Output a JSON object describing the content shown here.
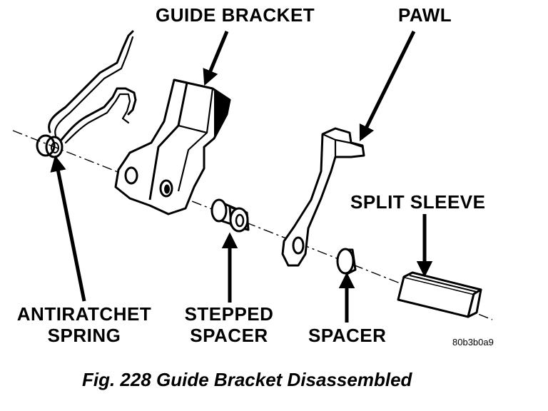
{
  "labels": {
    "guide_bracket": "GUIDE BRACKET",
    "pawl": "PAWL",
    "split_sleeve": "SPLIT SLEEVE",
    "antiratchet_line1": "ANTIRATCHET",
    "antiratchet_line2": "SPRING",
    "stepped_line1": "STEPPED",
    "stepped_line2": "SPACER",
    "spacer": "SPACER"
  },
  "figure_code": "80b3b0a9",
  "caption": "Fig. 228 Guide Bracket Disassembled"
}
